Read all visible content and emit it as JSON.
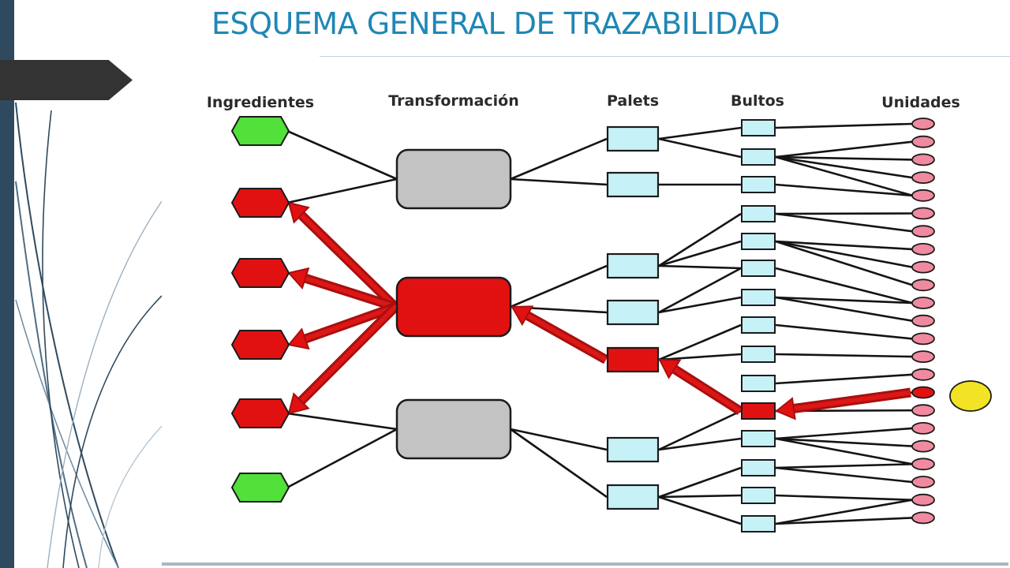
{
  "slide": {
    "title": "ESQUEMA GENERAL DE TRAZABILIDAD"
  },
  "diagram": {
    "column_labels": {
      "ingredients": "Ingredientes",
      "transformation": "Transformación",
      "pallets": "Palets",
      "packages": "Bultos",
      "units": "Unidades"
    },
    "colors": {
      "traced": "#e21111",
      "untraced_ingredient": "#52e03a",
      "untraced_transformation": "#c3c3c3",
      "untraced_pallet_package": "#c6f1f6",
      "untraced_unit": "#f08aa0",
      "origin_unit": "#f2e324",
      "traced_link": "#c01414"
    },
    "ingredients": [
      {
        "state": "untraced"
      },
      {
        "state": "traced"
      },
      {
        "state": "traced"
      },
      {
        "state": "traced"
      },
      {
        "state": "traced"
      },
      {
        "state": "untraced"
      }
    ],
    "transformations": [
      {
        "state": "untraced"
      },
      {
        "state": "traced"
      },
      {
        "state": "untraced"
      }
    ],
    "pallets": [
      {
        "state": "untraced"
      },
      {
        "state": "untraced"
      },
      {
        "state": "untraced"
      },
      {
        "state": "untraced"
      },
      {
        "state": "traced"
      },
      {
        "state": "untraced"
      },
      {
        "state": "untraced"
      }
    ],
    "packages": [
      {
        "state": "untraced"
      },
      {
        "state": "untraced"
      },
      {
        "state": "untraced"
      },
      {
        "state": "untraced"
      },
      {
        "state": "untraced"
      },
      {
        "state": "untraced"
      },
      {
        "state": "untraced"
      },
      {
        "state": "untraced"
      },
      {
        "state": "untraced"
      },
      {
        "state": "untraced"
      },
      {
        "state": "traced"
      },
      {
        "state": "untraced"
      },
      {
        "state": "untraced"
      },
      {
        "state": "untraced"
      },
      {
        "state": "untraced"
      }
    ],
    "unit_count": 23,
    "traced_unit_index": 15,
    "links": {
      "ingredient_to_transformation": [
        [
          0,
          0
        ],
        [
          1,
          0
        ],
        [
          4,
          2
        ],
        [
          5,
          2
        ]
      ],
      "transformation_to_pallet": [
        [
          0,
          0
        ],
        [
          0,
          1
        ],
        [
          1,
          2
        ],
        [
          1,
          3
        ],
        [
          2,
          5
        ],
        [
          2,
          6
        ]
      ],
      "pallet_to_package": [
        [
          0,
          0
        ],
        [
          0,
          1
        ],
        [
          1,
          2
        ],
        [
          2,
          3
        ],
        [
          2,
          4
        ],
        [
          2,
          5
        ],
        [
          3,
          5
        ],
        [
          3,
          6
        ],
        [
          4,
          7
        ],
        [
          4,
          8
        ],
        [
          5,
          10
        ],
        [
          5,
          11
        ],
        [
          6,
          12
        ],
        [
          6,
          13
        ],
        [
          6,
          14
        ]
      ],
      "package_to_unit": [
        [
          0,
          0
        ],
        [
          1,
          1
        ],
        [
          1,
          2
        ],
        [
          1,
          3
        ],
        [
          1,
          4
        ],
        [
          2,
          4
        ],
        [
          3,
          5
        ],
        [
          3,
          6
        ],
        [
          4,
          7
        ],
        [
          4,
          8
        ],
        [
          4,
          9
        ],
        [
          5,
          10
        ],
        [
          6,
          10
        ],
        [
          6,
          11
        ],
        [
          7,
          12
        ],
        [
          8,
          13
        ],
        [
          9,
          14
        ],
        [
          10,
          15
        ],
        [
          10,
          16
        ],
        [
          11,
          17
        ],
        [
          11,
          18
        ],
        [
          11,
          19
        ],
        [
          12,
          19
        ],
        [
          12,
          20
        ],
        [
          13,
          21
        ],
        [
          14,
          21
        ],
        [
          14,
          22
        ]
      ],
      "traced_arrows": [
        {
          "from": "transformations.1",
          "to": "ingredients.1"
        },
        {
          "from": "transformations.1",
          "to": "ingredients.2"
        },
        {
          "from": "transformations.1",
          "to": "ingredients.3"
        },
        {
          "from": "transformations.1",
          "to": "ingredients.4"
        },
        {
          "from": "pallets.4",
          "to": "transformations.1"
        },
        {
          "from": "packages.10",
          "to": "pallets.4"
        },
        {
          "from": "units.15",
          "to": "packages.10"
        }
      ]
    },
    "origin_unit": {
      "state": "origin"
    }
  }
}
